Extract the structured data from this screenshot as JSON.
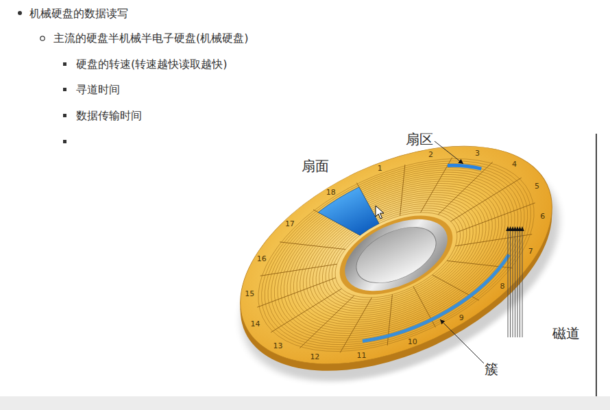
{
  "diagram": {
    "labels": [
      "机械硬盘的数据读写",
      "主流的硬盘半机械半电子硬盘(机械硬盘)",
      "硬盘的转速(转速越快读取越快)",
      "寻道时间",
      "数据传输时间",
      "扇区",
      "扇面",
      "1",
      "2",
      "3",
      "4",
      "5",
      "6",
      "7",
      "8",
      "9",
      "10",
      "11",
      "12",
      "13",
      "14",
      "15",
      "16",
      "17",
      "18",
      "磁道",
      "簇"
    ]
  }
}
